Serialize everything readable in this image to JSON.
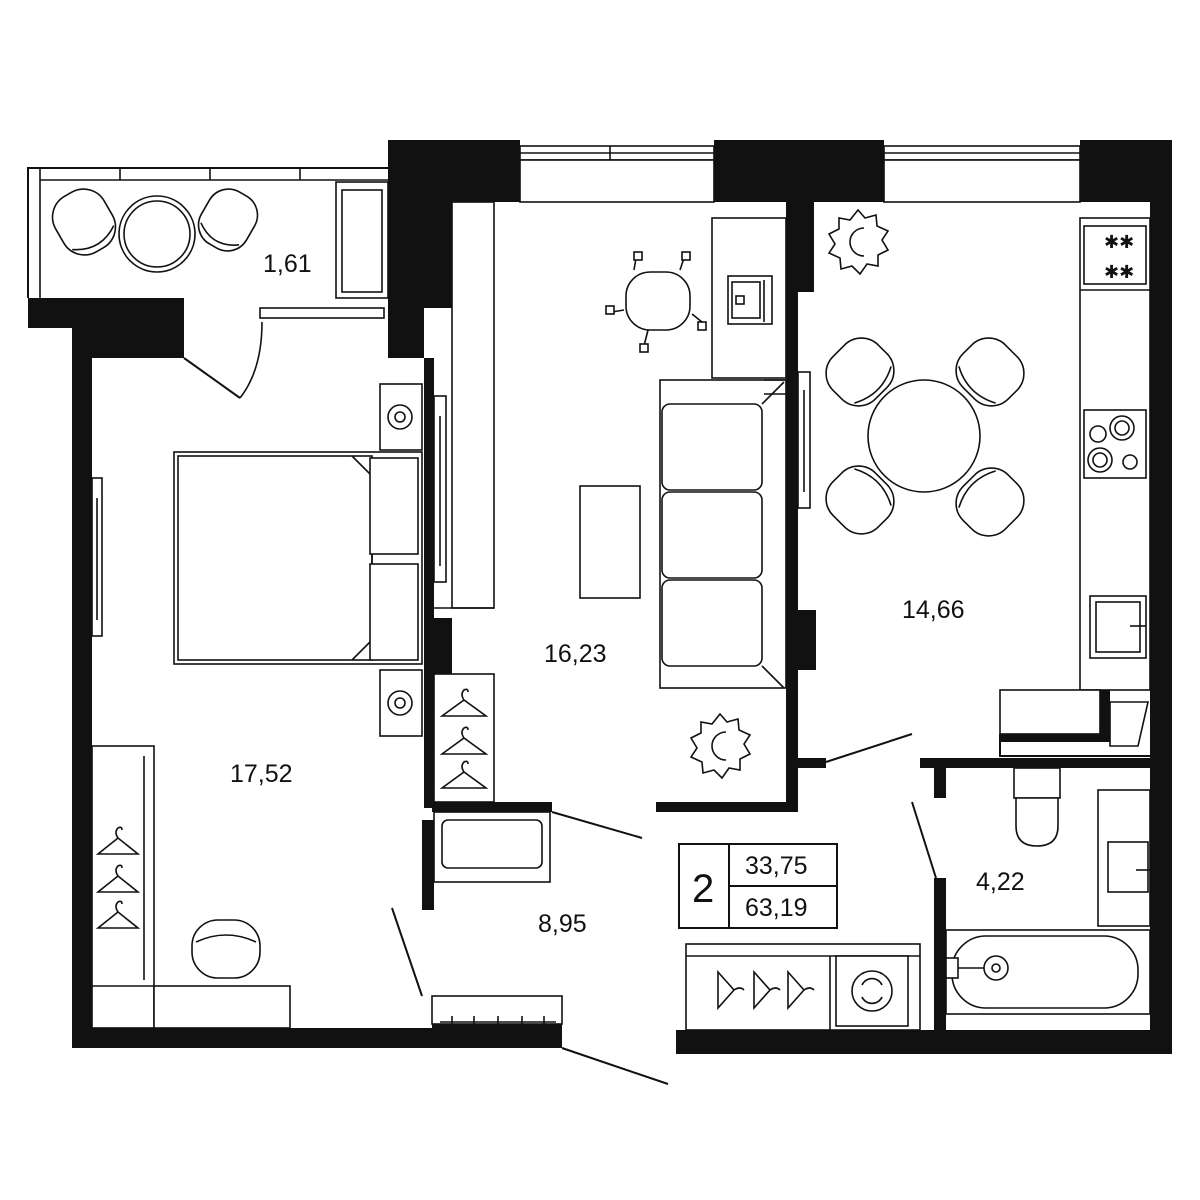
{
  "rooms": [
    {
      "id": "balcony",
      "area": "1,61"
    },
    {
      "id": "bedroom",
      "area": "17,52"
    },
    {
      "id": "living-room",
      "area": "16,23"
    },
    {
      "id": "kitchen",
      "area": "14,66"
    },
    {
      "id": "hallway",
      "area": "8,95"
    },
    {
      "id": "bathroom",
      "area": "4,22"
    }
  ],
  "summary": {
    "room_count": "2",
    "living_area": "33,75",
    "total_area": "63,19"
  },
  "icons": [
    "armchair-icon",
    "round-table-icon",
    "double-bed-icon",
    "sofa-icon",
    "coffee-table-icon",
    "office-chair-icon",
    "laptop-icon",
    "plant-icon",
    "hanger-icon",
    "toilet-icon",
    "sink-icon",
    "bathtub-icon",
    "washing-machine-icon",
    "stove-icon",
    "tv-icon",
    "door-icon",
    "window-icon",
    "lamp-icon"
  ]
}
